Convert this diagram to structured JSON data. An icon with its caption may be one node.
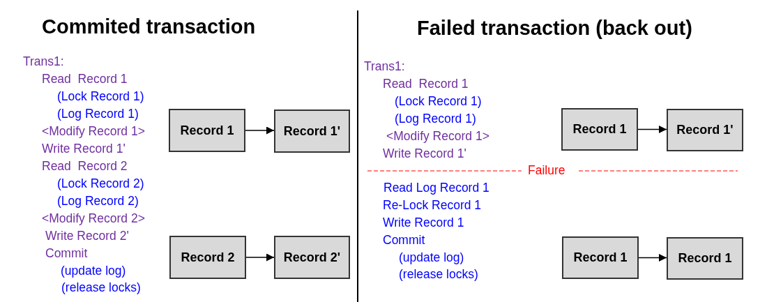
{
  "diagram": {
    "nodes": [
      {
        "text": [
          "Record 1"
        ]
      },
      {
        "text": [
          "Record 1'"
        ]
      },
      {
        "text": [
          "Record 2"
        ]
      },
      {
        "text": [
          "Record 2'"
        ]
      },
      {
        "text": [
          "Record 1"
        ]
      },
      {
        "text": [
          "Record 1'"
        ]
      },
      {
        "text": [
          "Record 1"
        ]
      },
      {
        "text": [
          "Record 1"
        ]
      }
    ],
    "edges": [
      {
        "from": 0,
        "to": 1,
        "arrow": "to"
      },
      {
        "from": 2,
        "to": 3,
        "arrow": "to"
      },
      {
        "from": 4,
        "to": 5,
        "arrow": "to"
      },
      {
        "from": 6,
        "to": 7,
        "arrow": "to"
      }
    ],
    "labels": [
      "Commited transaction",
      "Trans1:",
      "Read  Record 1",
      "(Lock Record 1)",
      "(Log Record 1)",
      "<Modify Record 1>",
      "Write Record 1'",
      "Read  Record 2",
      "(Lock Record 2)",
      "(Log Record 2)",
      "<Modify Record 2>",
      "Write Record 2'",
      "Commit",
      "(update log)",
      "(release locks)",
      "Failed transaction (back out)",
      "Trans1:",
      "Read  Record 1",
      "(Lock Record 1)",
      "(Log Record 1)",
      "<Modify Record 1>",
      "Write Record 1'",
      "Failure",
      "Read Log Record 1",
      "Re-Lock Record 1",
      "Write Record 1",
      "Commit",
      "(update log)",
      "(release locks)"
    ]
  }
}
